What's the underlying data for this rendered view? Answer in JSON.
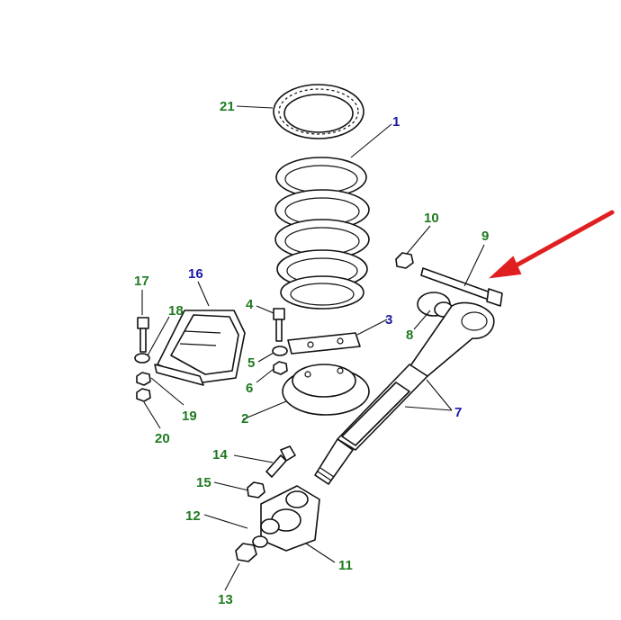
{
  "colors": {
    "green_label": "#1f7a1f",
    "blue_label": "#1a1aa6",
    "arrow": "#e02020",
    "line": "#111111"
  },
  "labels": {
    "l1": "1",
    "l2": "2",
    "l3": "3",
    "l4": "4",
    "l5": "5",
    "l6": "6",
    "l7": "7",
    "l8": "8",
    "l9": "9",
    "l10": "10",
    "l11": "11",
    "l12": "12",
    "l13": "13",
    "l14": "14",
    "l15": "15",
    "l16": "16",
    "l17": "17",
    "l18": "18",
    "l19": "19",
    "l20": "20",
    "l21": "21"
  }
}
